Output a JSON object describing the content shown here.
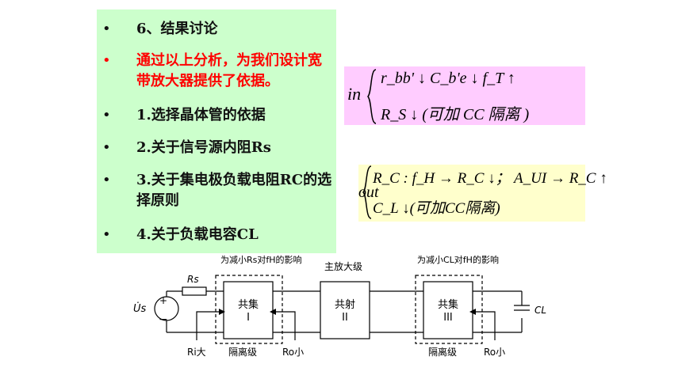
{
  "bullets": [
    {
      "marker": "•",
      "text": "6、结果讨论"
    },
    {
      "marker": "•",
      "text": "通过以上分析，为我们设计宽带放大器提供了依据。"
    },
    {
      "marker": "•",
      "text": "1.选择晶体管的依据"
    },
    {
      "marker": "•",
      "text": "2.关于信号源内阻Rs"
    },
    {
      "marker": "•",
      "text": "3.关于集电极负载电阻RC的选择原则"
    },
    {
      "marker": "•",
      "text": "4.关于负载电容CL"
    }
  ],
  "formula_in": {
    "prefix": "in",
    "line1": "r_bb' ↓ C_b'e ↓ f_T ↑",
    "line2": "R_S ↓ (可加 CC 隔离 )"
  },
  "formula_out": {
    "prefix": "out",
    "line1": "R_C : f_H → R_C ↓； A_UI → R_C ↑",
    "line2": "C_L ↓(可加CC隔离)"
  },
  "circuit": {
    "top_left_note": "为减小Rs对fH的影响",
    "top_mid_note": "主放大级",
    "top_right_note": "为减小CL对fH的影响",
    "stage1": {
      "name": "共集",
      "num": "I"
    },
    "stage2": {
      "name": "共射",
      "num": "II"
    },
    "stage3": {
      "name": "共集",
      "num": "III"
    },
    "source_label": "U̇s",
    "rs_label": "Rs",
    "cl_label": "CL",
    "ri_note": "Ri大",
    "ro_note1": "Ro小",
    "ro_note2": "Ro小",
    "iso1": "隔离级",
    "iso2": "隔离级"
  }
}
